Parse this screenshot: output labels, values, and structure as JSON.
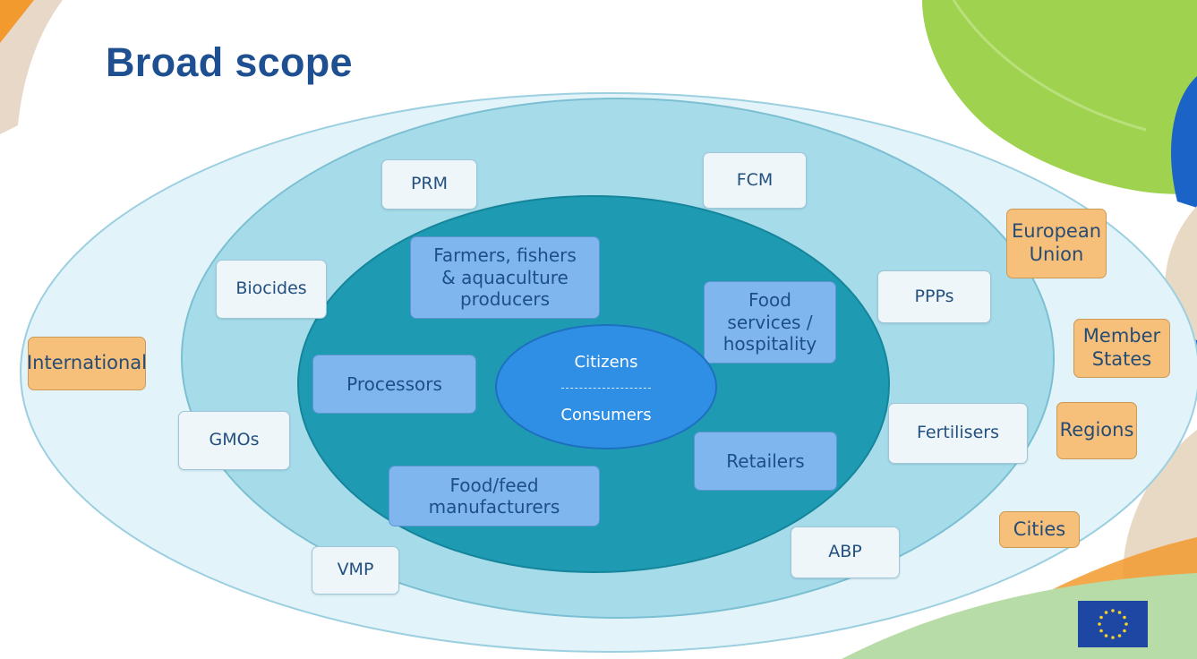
{
  "title": "Broad scope",
  "core": {
    "top": "Citizens",
    "bottom": "Consumers"
  },
  "ring2_items": [
    {
      "id": "farmers",
      "label": "Farmers, fishers\n& aquaculture\nproducers"
    },
    {
      "id": "food-services",
      "label": "Food\nservices /\nhospitality"
    },
    {
      "id": "processors",
      "label": "Processors"
    },
    {
      "id": "retailers",
      "label": "Retailers"
    },
    {
      "id": "manufacturers",
      "label": "Food/feed\nmanufacturers"
    }
  ],
  "ring3_items": [
    {
      "id": "prm",
      "label": "PRM"
    },
    {
      "id": "fcm",
      "label": "FCM"
    },
    {
      "id": "biocides",
      "label": "Biocides"
    },
    {
      "id": "ppps",
      "label": "PPPs"
    },
    {
      "id": "gmos",
      "label": "GMOs"
    },
    {
      "id": "fertilisers",
      "label": "Fertilisers"
    },
    {
      "id": "vmp",
      "label": "VMP"
    },
    {
      "id": "abp",
      "label": "ABP"
    }
  ],
  "governance_items": [
    {
      "id": "international",
      "label": "International"
    },
    {
      "id": "european-union",
      "label": "European\nUnion"
    },
    {
      "id": "member-states",
      "label": "Member\nStates"
    },
    {
      "id": "regions",
      "label": "Regions"
    },
    {
      "id": "cities",
      "label": "Cities"
    }
  ],
  "colors": {
    "title": "#1d4f91",
    "outer_ring": "#e2f4fa",
    "middle_ring": "#a6dcea",
    "inner_ring": "#1e9bb3",
    "core": "#2f8fe4",
    "ring2_box": "#7fb6ee",
    "ring3_box": "#eef6fa",
    "governance_box": "#f7c07a",
    "eu_flag": "#1d47a3"
  }
}
